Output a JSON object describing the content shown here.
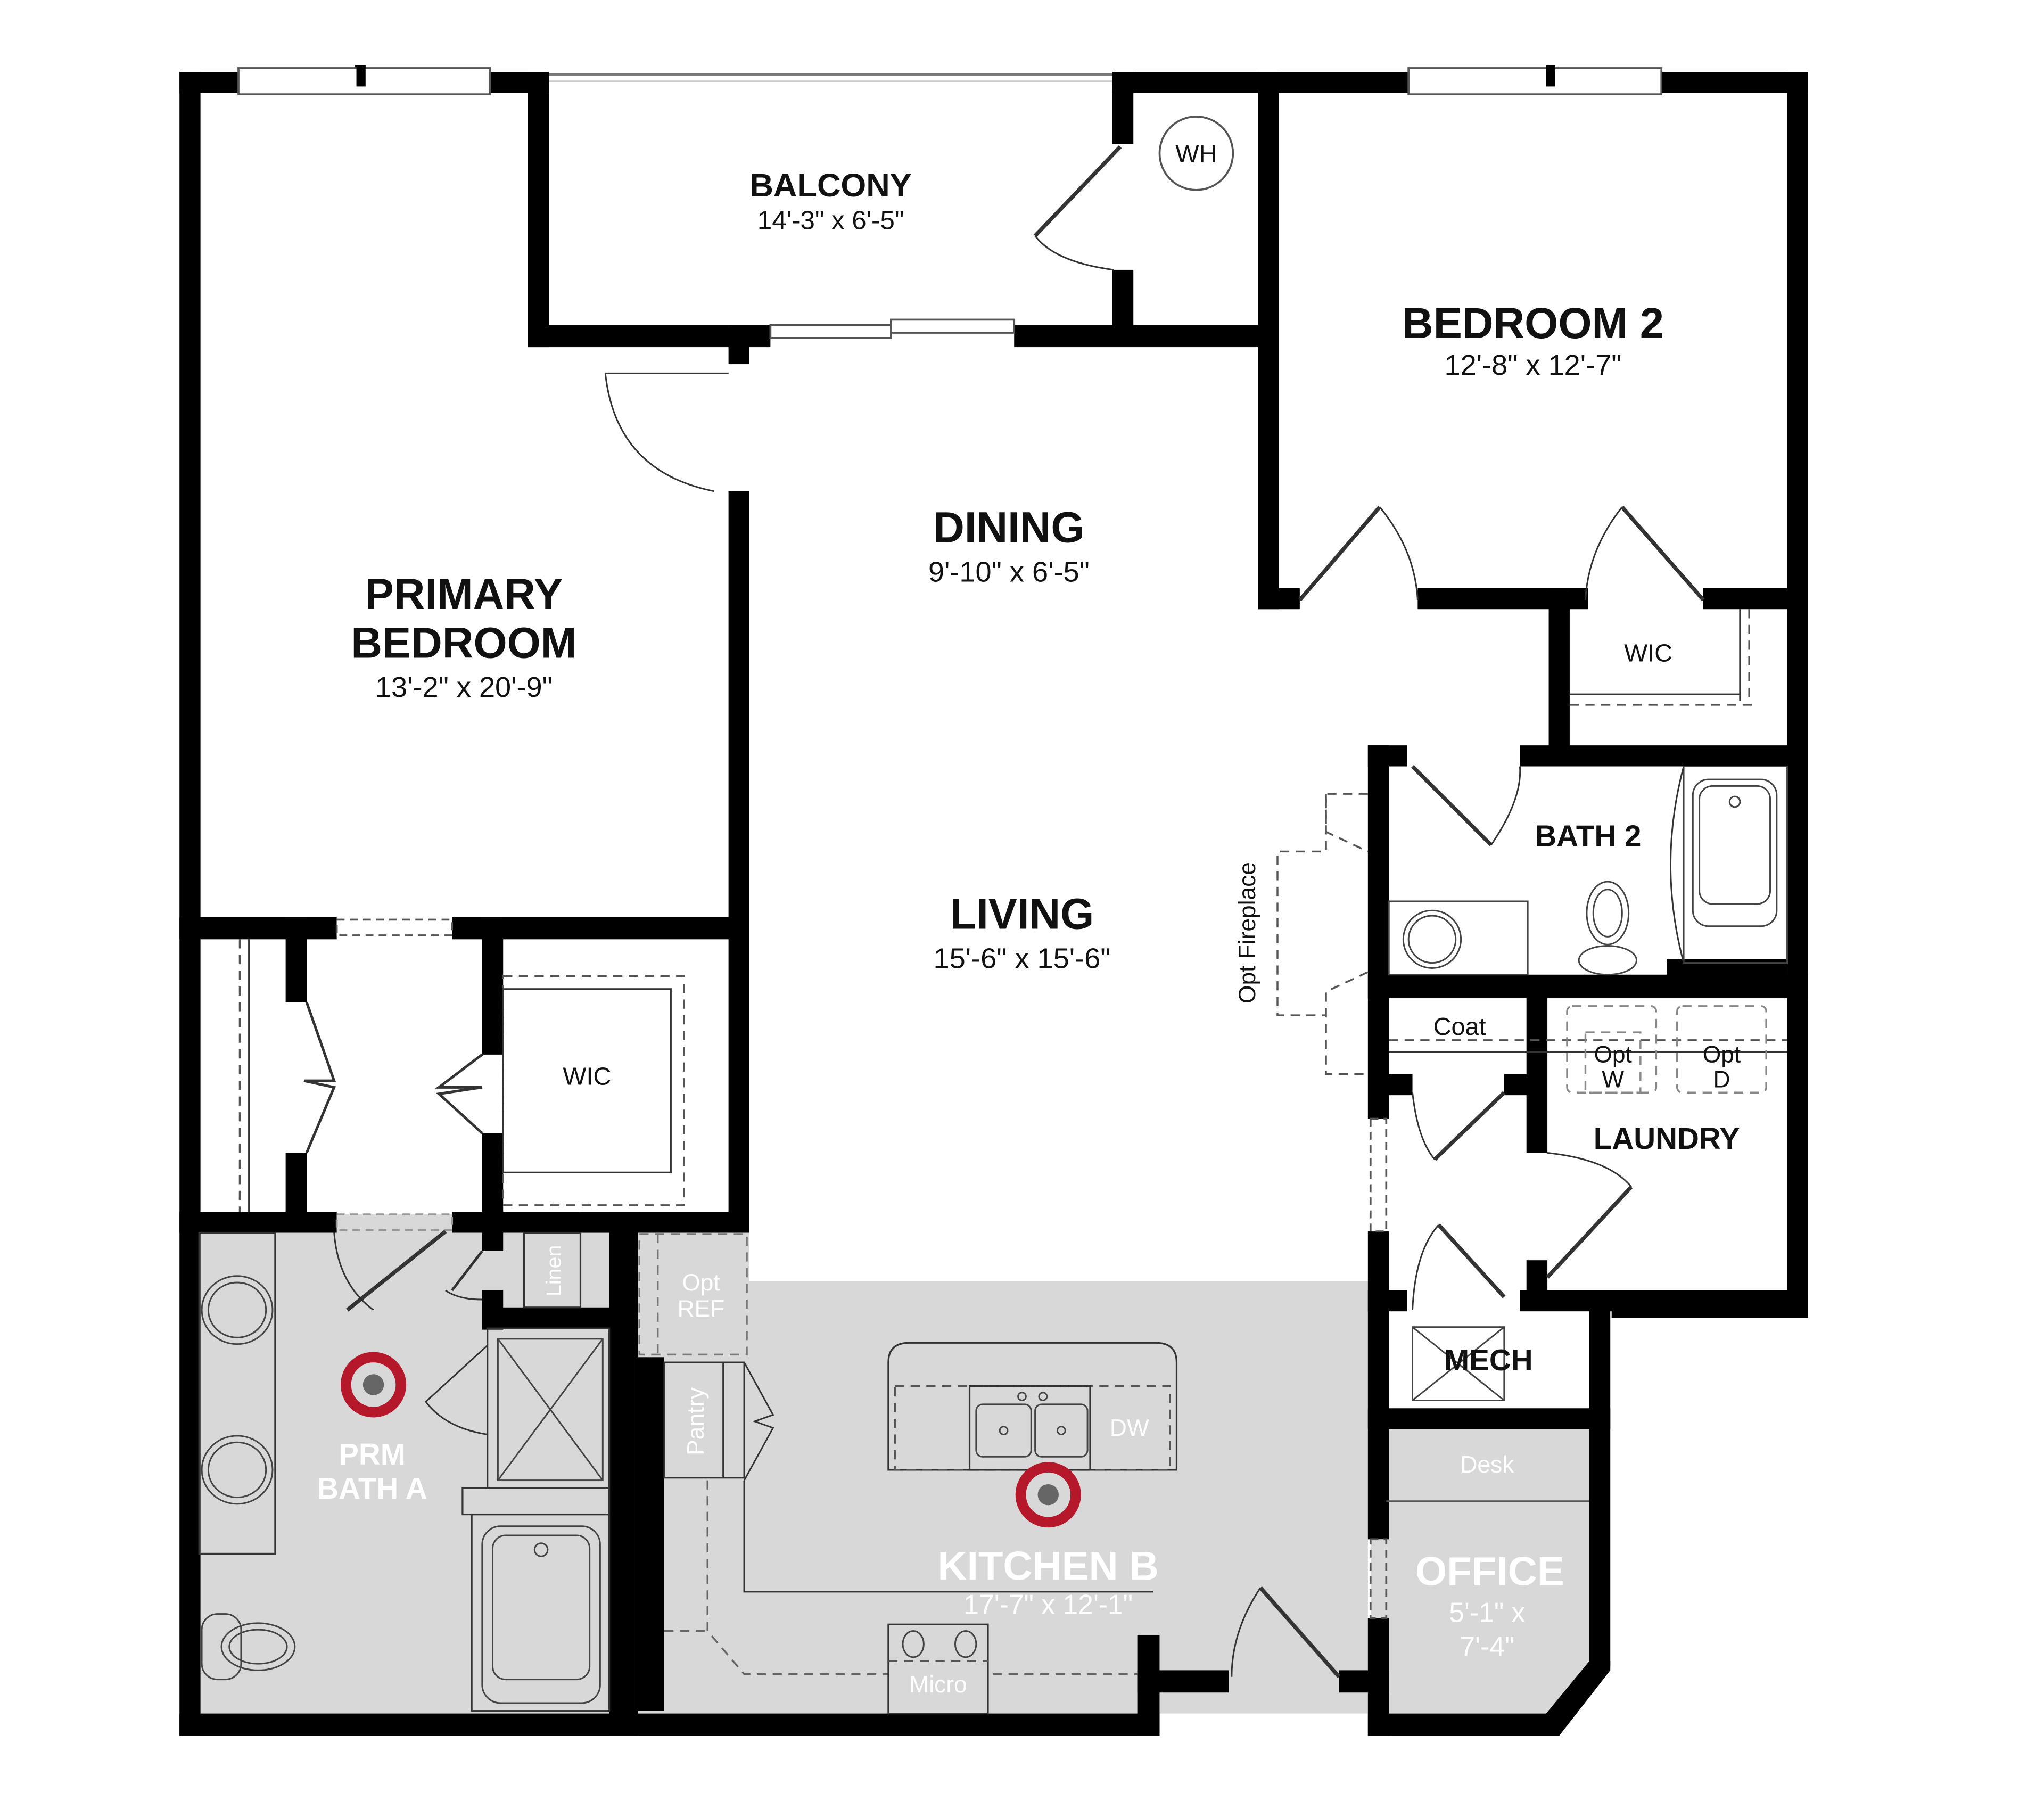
{
  "plan": {
    "rooms": {
      "balcony": {
        "name": "BALCONY",
        "dims": "14'-3\" x 6'-5\""
      },
      "water_heater": {
        "name": "WH"
      },
      "bedroom2": {
        "name": "BEDROOM 2",
        "dims": "12'-8\" x 12'-7\""
      },
      "primary_bedroom": {
        "name_line1": "PRIMARY",
        "name_line2": "BEDROOM",
        "dims": "13'-2\" x 20'-9\""
      },
      "dining": {
        "name": "DINING",
        "dims": "9'-10\" x 6'-5\""
      },
      "living": {
        "name": "LIVING",
        "dims": "15'-6\" x 15'-6\""
      },
      "wic_bed2": {
        "name": "WIC"
      },
      "wic_primary": {
        "name": "WIC"
      },
      "bath2": {
        "name": "BATH 2"
      },
      "coat": {
        "name": "Coat"
      },
      "laundry": {
        "name": "LAUNDRY",
        "opt_washer_line1": "Opt",
        "opt_washer_line2": "W",
        "opt_dryer_line1": "Opt",
        "opt_dryer_line2": "D"
      },
      "mech": {
        "name": "MECH"
      },
      "office": {
        "name": "OFFICE",
        "dims_line1": "5'-1\" x",
        "dims_line2": "7'-4\"",
        "desk": "Desk"
      },
      "kitchen": {
        "name": "KITCHEN B",
        "dims": "17'-7\" x 12'-1\"",
        "dishwasher": "DW",
        "microwave": "Micro",
        "pantry": "Pantry",
        "opt_ref_line1": "Opt",
        "opt_ref_line2": "REF"
      },
      "primary_bath": {
        "name_line1": "PRM",
        "name_line2": "BATH A",
        "linen": "Linen"
      }
    },
    "options": {
      "fireplace": "Opt Fireplace"
    },
    "colors": {
      "wall": "#000000",
      "shaded_area": "#d9d8d9",
      "marker_ring": "#b5172b",
      "marker_dot": "#666666"
    }
  }
}
